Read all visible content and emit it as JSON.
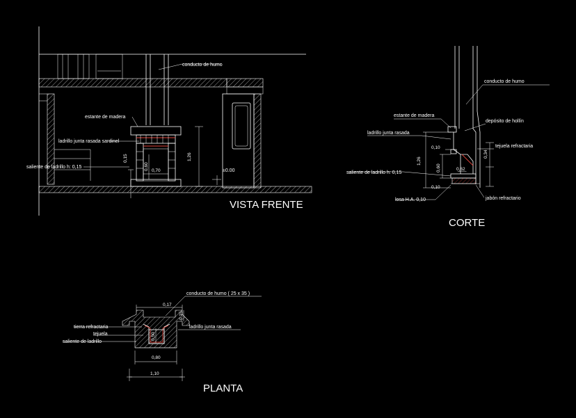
{
  "colors": {
    "background": "#000000",
    "line": "#ffffff",
    "accent": "#e0453a"
  },
  "vista_frente": {
    "title": "VISTA FRENTE",
    "labels": {
      "conducto": "conducto de humo",
      "estante": "estante de madera",
      "ladrillo": "ladrillo junta rasada sardinel",
      "saliente": "saliente de ladrillo  h: 0,15"
    },
    "dims": {
      "d015": "0,15",
      "d060": "0,60",
      "d070": "0,70",
      "d126": "1,26",
      "level": "±0.00"
    }
  },
  "corte": {
    "title": "CORTE",
    "labels": {
      "conducto": "conducto de humo",
      "estante": "estante de madera",
      "deposito": "depósito de hollín",
      "ladrillo": "ladrillo junta rasada",
      "tejuela": "tejuela refractaria",
      "saliente": "saliente de ladrillo  h: 0,15",
      "losa": "losa H.A. 0,10",
      "jabon": "jabón refractario"
    },
    "dims": {
      "d010a": "0,10",
      "d126": "1,26",
      "d060": "0,60",
      "d010b": "0,10",
      "d034": "0,34",
      "d062": "0̲,̲6̲2̲"
    }
  },
  "planta": {
    "title": "PLANTA",
    "labels": {
      "conducto": "conducto de humo ( 25 x 35 )",
      "ladrillo": "ladrillo junta rasada",
      "tierra": "tierra refractaria",
      "tejuela": "tejuela",
      "saliente": "saliente de ladrillo"
    },
    "dims": {
      "d017": "0,17",
      "d015": "0,15",
      "d050": "0,50",
      "d080": "0,80",
      "d110": "1,10"
    }
  }
}
